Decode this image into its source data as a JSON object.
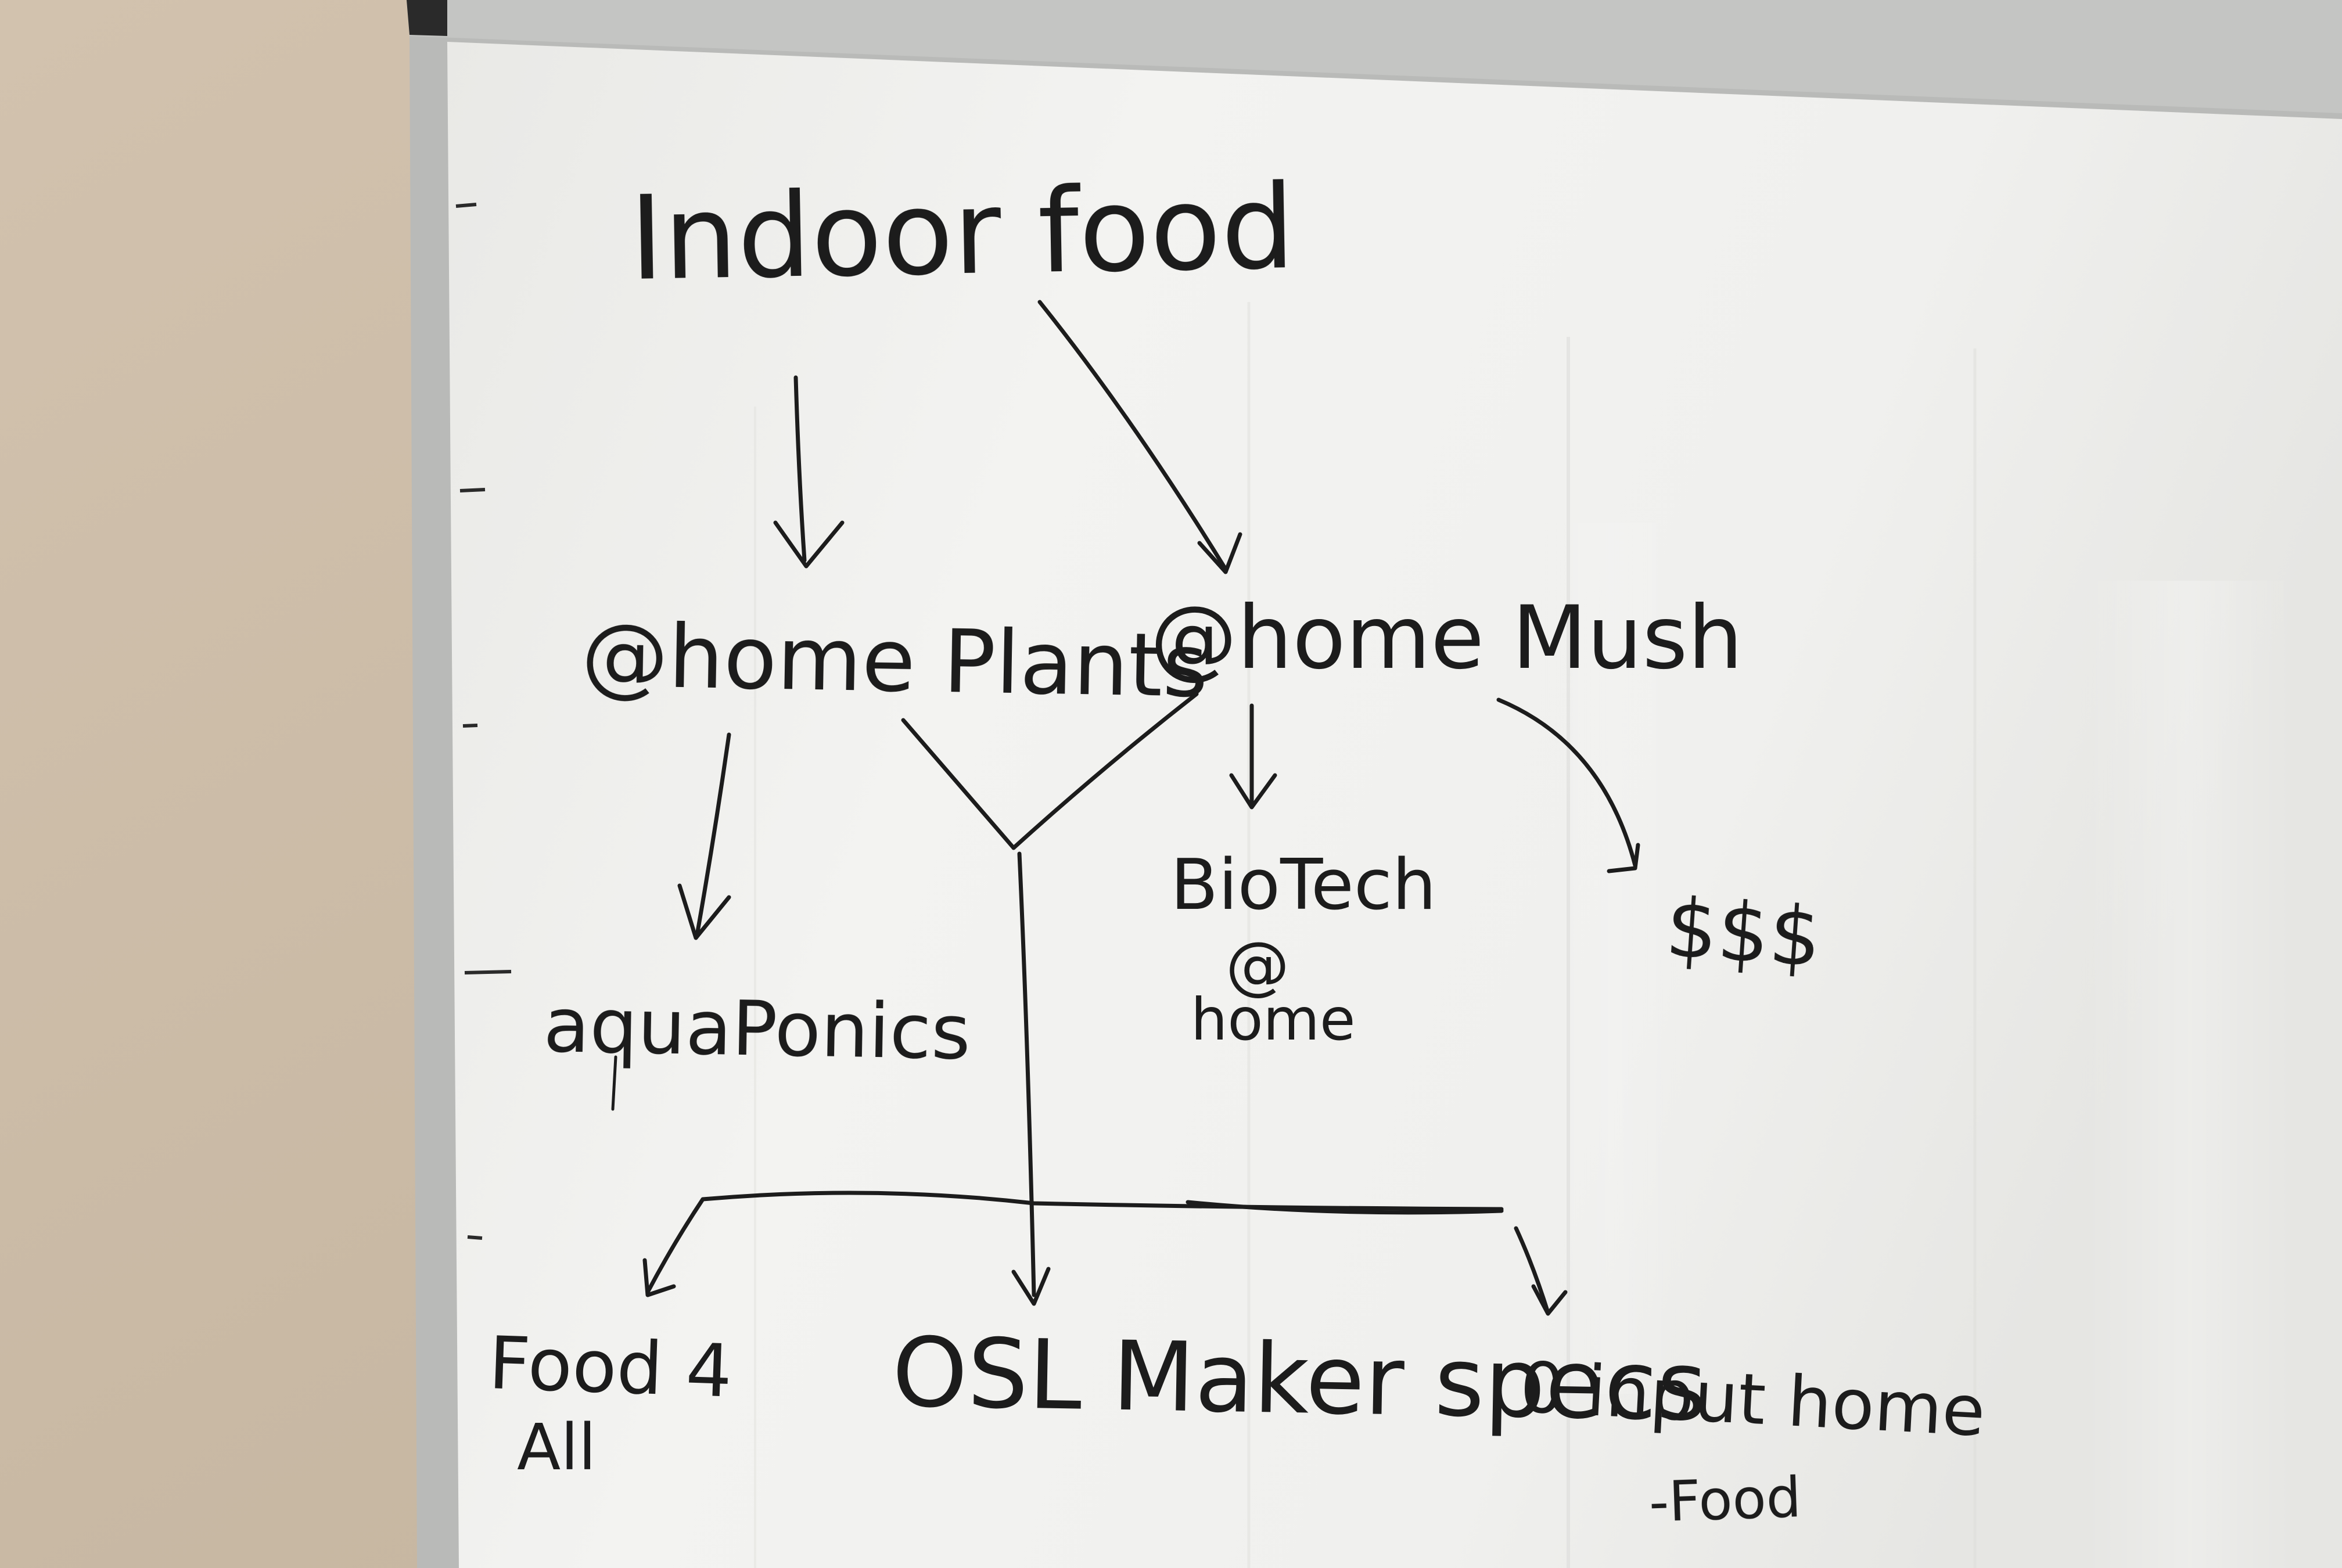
{
  "board": {
    "title": "Indoor food",
    "nodes": {
      "home_plants": "@home Plants",
      "home_mush": "@home Mush",
      "aquaponics": "aquaPonics",
      "biotech_line1": "BioTech",
      "biotech_line2": "@",
      "biotech_line3": "home",
      "money": "$$$",
      "food4all_line1": "Food 4",
      "food4all_line2": "All",
      "osl_maker_specs": "OSL Maker specs",
      "zero_input_line1": "0 input home",
      "zero_input_line2": "-Food"
    }
  },
  "colors": {
    "wall": "#cbbba7",
    "board_surface": "#f1f1ee",
    "frame": "#b8b9b7",
    "marker_ink": "#1c1c1c"
  }
}
